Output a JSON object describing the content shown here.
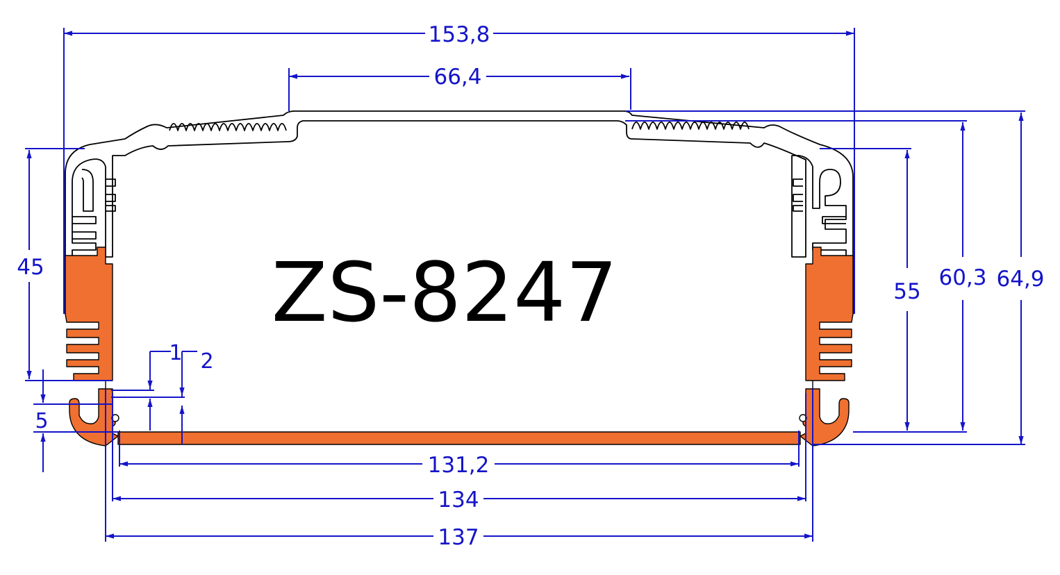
{
  "diagram": {
    "model": "ZS-8247",
    "colors": {
      "dimension": "#1414c8",
      "outline": "#000000",
      "bottom_shell": "#ef7030",
      "background": "#ffffff"
    },
    "dimensions": {
      "overall_width": "153,8",
      "top_flat_width": "66,4",
      "inner_width": "131,2",
      "mid_width": "134",
      "bottom_width": "137",
      "overall_height": "64,9",
      "height_60": "60,3",
      "height_55": "55",
      "height_45": "45",
      "detail_5": "5",
      "detail_1": "1",
      "detail_2": "2"
    }
  }
}
